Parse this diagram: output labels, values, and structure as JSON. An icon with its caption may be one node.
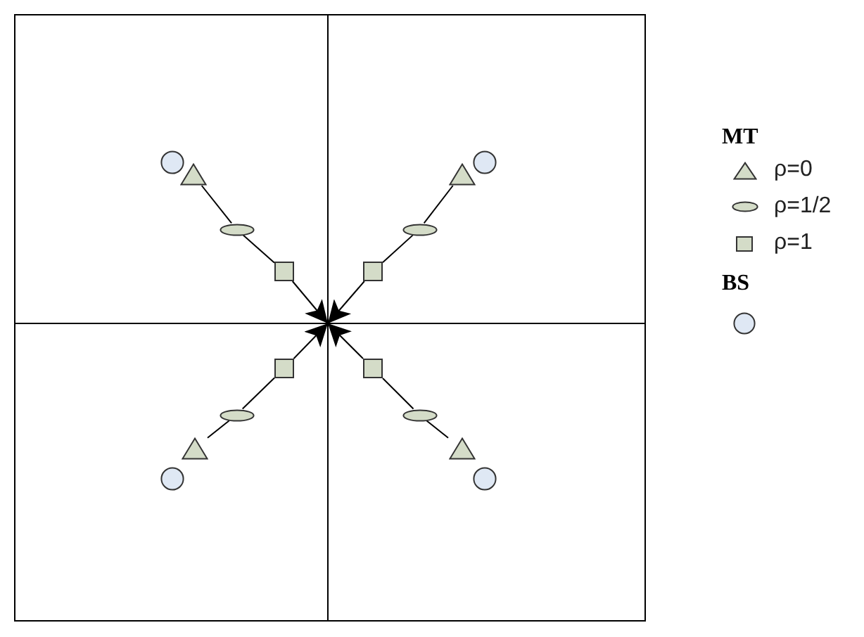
{
  "diagram": {
    "nodes": [
      {
        "text": [],
        "shape": "circle"
      },
      {
        "text": [],
        "shape": "triangle"
      },
      {
        "text": [],
        "shape": "ellipse"
      },
      {
        "text": [],
        "shape": "box"
      },
      {
        "text": [],
        "shape": "circle"
      },
      {
        "text": [],
        "shape": "triangle"
      },
      {
        "text": [],
        "shape": "ellipse"
      },
      {
        "text": [],
        "shape": "box"
      },
      {
        "text": [],
        "shape": "box"
      },
      {
        "text": [],
        "shape": "ellipse"
      },
      {
        "text": [],
        "shape": "triangle"
      },
      {
        "text": [],
        "shape": "circle"
      },
      {
        "text": [],
        "shape": "box"
      },
      {
        "text": [],
        "shape": "ellipse"
      },
      {
        "text": [],
        "shape": "triangle"
      },
      {
        "text": [],
        "shape": "circle"
      }
    ],
    "edges": [
      {
        "from": 1,
        "to": 2,
        "arrow": "none"
      },
      {
        "from": 2,
        "to": 3,
        "arrow": "none"
      },
      {
        "from": 3,
        "to": null,
        "arrow": "to"
      },
      {
        "from": 5,
        "to": 6,
        "arrow": "none"
      },
      {
        "from": 6,
        "to": 7,
        "arrow": "none"
      },
      {
        "from": 7,
        "to": null,
        "arrow": "to"
      },
      {
        "from": 10,
        "to": 9,
        "arrow": "none"
      },
      {
        "from": 9,
        "to": 8,
        "arrow": "none"
      },
      {
        "from": 8,
        "to": null,
        "arrow": "to"
      },
      {
        "from": 14,
        "to": 13,
        "arrow": "none"
      },
      {
        "from": 13,
        "to": 12,
        "arrow": "none"
      },
      {
        "from": 12,
        "to": null,
        "arrow": "to"
      }
    ],
    "labels": [
      "MT",
      "BS"
    ],
    "legend": [
      {
        "text": "ρ=0"
      },
      {
        "text": "ρ=1/2"
      },
      {
        "text": "ρ=1"
      }
    ]
  }
}
